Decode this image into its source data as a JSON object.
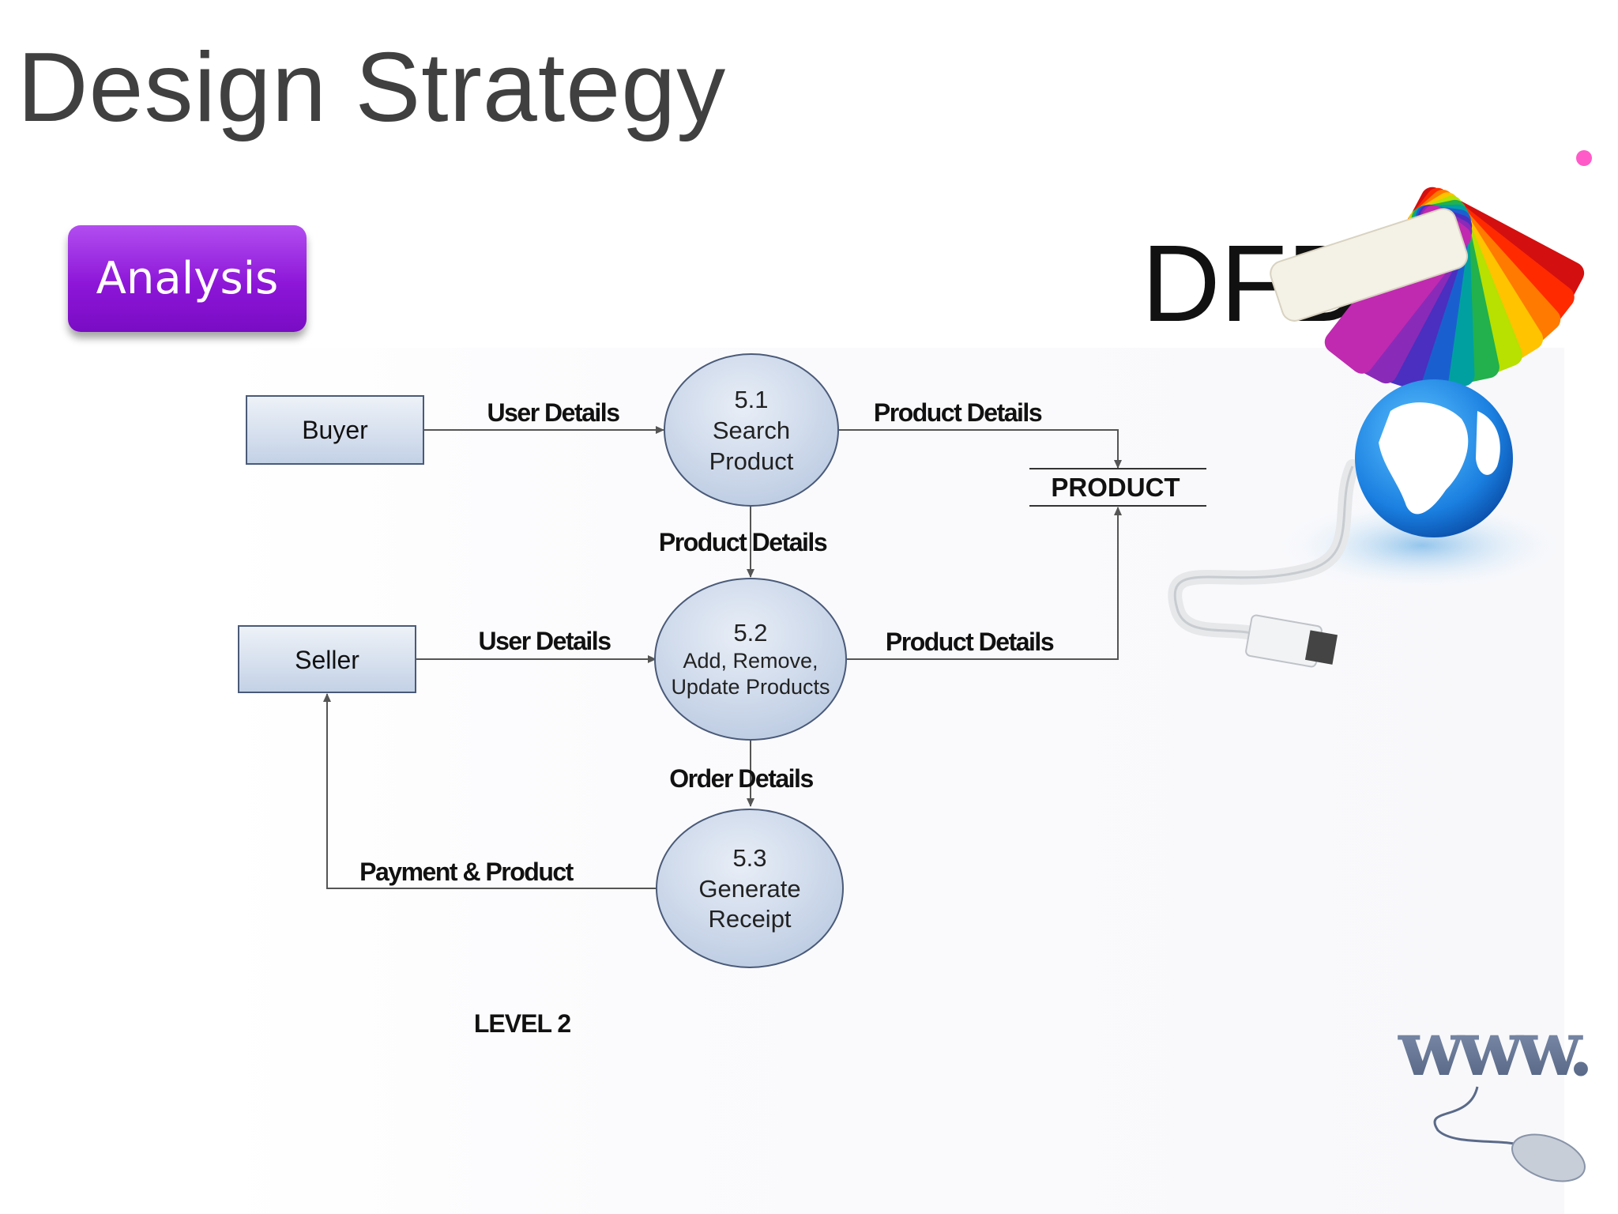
{
  "title": "Design Strategy",
  "badge": {
    "label": "Analysis"
  },
  "dfd_label": "DFD",
  "level_label": "LEVEL 2",
  "entities": {
    "buyer": "Buyer",
    "seller": "Seller"
  },
  "processes": {
    "p1": {
      "number": "5.1",
      "line1": "Search",
      "line2": "Product"
    },
    "p2": {
      "number": "5.2",
      "line1": "Add, Remove,",
      "line2": "Update Products"
    },
    "p3": {
      "number": "5.3",
      "line1": "Generate",
      "line2": "Receipt"
    }
  },
  "data_store": "PRODUCT",
  "flows": {
    "buyer_to_p1": "User Details",
    "p1_to_store": "Product Details",
    "p1_to_p2": "Product Details",
    "seller_to_p2": "User Details",
    "p2_to_store": "Product Details",
    "p2_to_p3": "Order Details",
    "p3_to_seller": "Payment & Product"
  },
  "colors": {
    "accent_purple": "#8d16d8",
    "shape_fill": "#d3deed",
    "shape_stroke": "#4a5a78"
  },
  "decorations": [
    "color-swatch-fan-icon",
    "globe-usb-icon",
    "www-mouse-icon"
  ]
}
